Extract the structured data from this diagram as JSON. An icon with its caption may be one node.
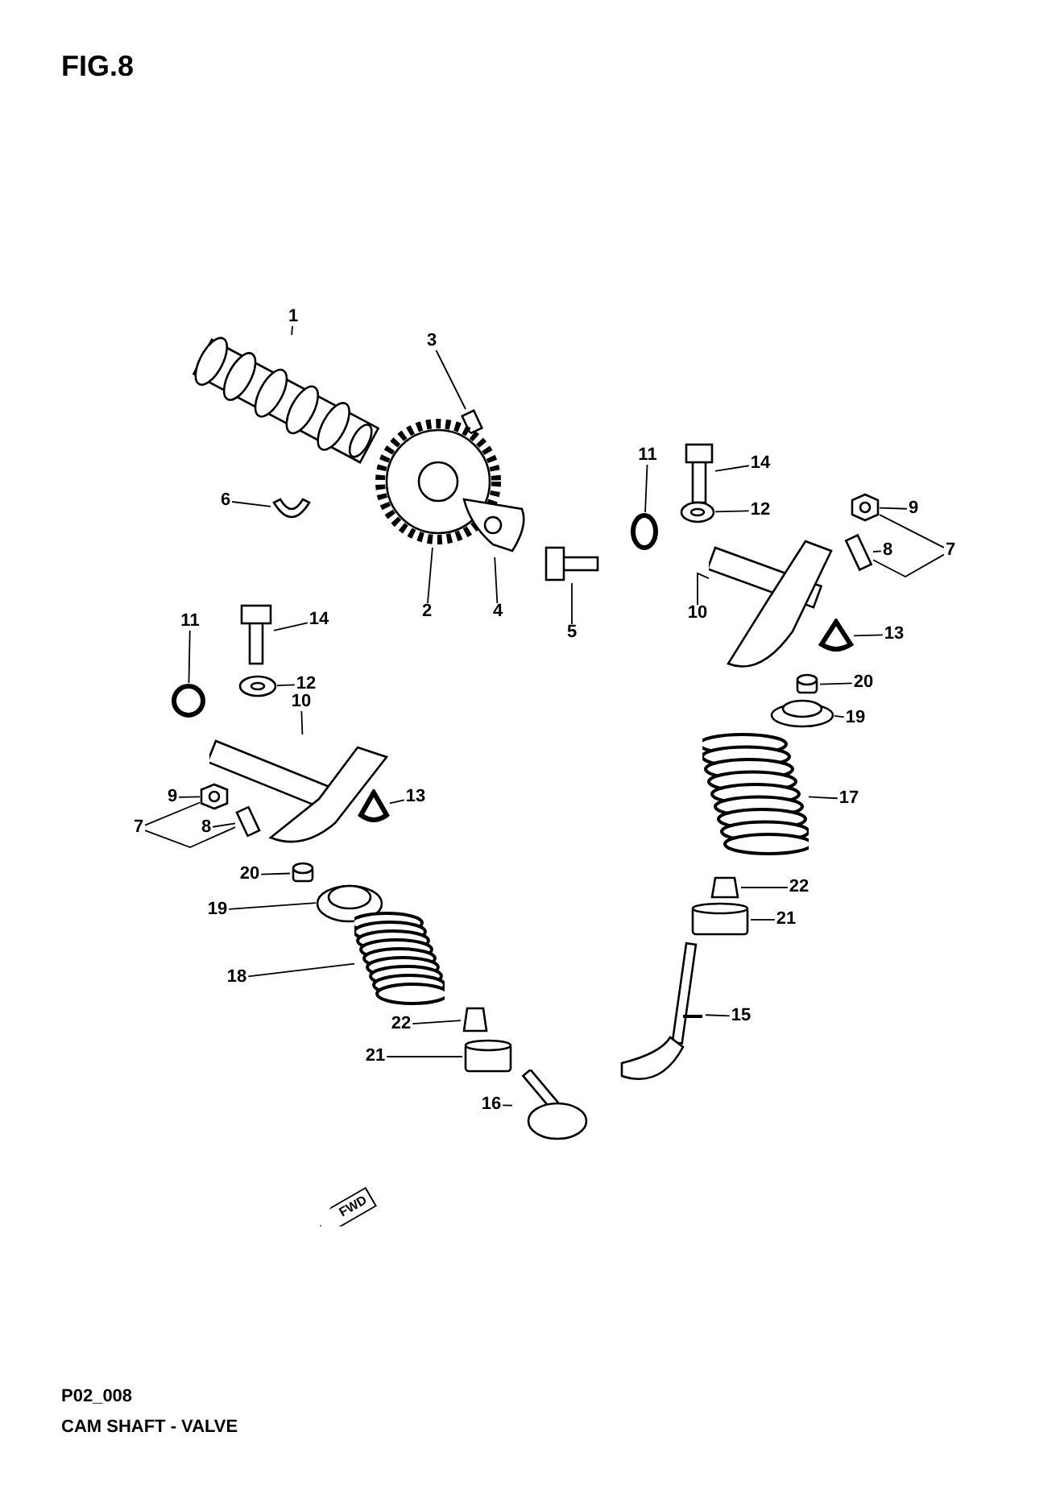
{
  "diagram": {
    "title": "FIG.8",
    "caption": "CAM SHAFT - VALVE",
    "nodes": [
      {
        "text": [
          "1"
        ]
      },
      {
        "text": [],
        "shape": "picture"
      },
      {
        "text": [
          "3"
        ]
      },
      {
        "text": [],
        "shape": "bar"
      },
      {
        "text": [
          "6"
        ]
      },
      {
        "text": [],
        "shape": "picture"
      },
      {
        "text": [
          "2"
        ]
      },
      {
        "text": [],
        "shape": "picture"
      },
      {
        "text": [
          "4"
        ]
      },
      {
        "text": [],
        "shape": "picture"
      },
      {
        "text": [
          "5"
        ]
      },
      {
        "text": [],
        "shape": "picture"
      },
      {
        "text": [
          "11"
        ]
      },
      {
        "text": [],
        "shape": "circle"
      },
      {
        "text": [
          "14"
        ]
      },
      {
        "text": [],
        "shape": "picture"
      },
      {
        "text": [
          "12"
        ]
      },
      {
        "text": [],
        "shape": "picture"
      },
      {
        "text": [
          "9"
        ]
      },
      {
        "text": [],
        "shape": "picture"
      },
      {
        "text": [
          "8"
        ]
      },
      {
        "text": [],
        "shape": "bar"
      },
      {
        "text": [
          "7"
        ]
      },
      {
        "text": [
          "10"
        ]
      },
      {
        "text": [],
        "shape": "picture"
      },
      {
        "text": [
          "13"
        ]
      },
      {
        "text": [],
        "shape": "picture"
      },
      {
        "text": [
          "20"
        ]
      },
      {
        "text": [],
        "shape": "cylinder"
      },
      {
        "text": [
          "19"
        ]
      },
      {
        "text": [],
        "shape": "disc"
      },
      {
        "text": [
          "17"
        ]
      },
      {
        "text": [],
        "shape": "picture"
      },
      {
        "text": [
          "22"
        ]
      },
      {
        "text": [],
        "shape": "cone"
      },
      {
        "text": [
          "21"
        ]
      },
      {
        "text": [],
        "shape": "cylinder"
      },
      {
        "text": [
          "15"
        ]
      },
      {
        "text": [],
        "shape": "picture"
      },
      {
        "text": [
          "11"
        ]
      },
      {
        "text": [],
        "shape": "circle"
      },
      {
        "text": [
          "14"
        ]
      },
      {
        "text": [],
        "shape": "picture"
      },
      {
        "text": [
          "12"
        ]
      },
      {
        "text": [],
        "shape": "picture"
      },
      {
        "text": [
          "10"
        ]
      },
      {
        "text": [],
        "shape": "picture"
      },
      {
        "text": [
          "9"
        ]
      },
      {
        "text": [],
        "shape": "picture"
      },
      {
        "text": [
          "8"
        ]
      },
      {
        "text": [],
        "shape": "bar"
      },
      {
        "text": [
          "7"
        ]
      },
      {
        "text": [
          "13"
        ]
      },
      {
        "text": [],
        "shape": "picture"
      },
      {
        "text": [
          "20"
        ]
      },
      {
        "text": [],
        "shape": "cylinder"
      },
      {
        "text": [
          "19"
        ]
      },
      {
        "text": [],
        "shape": "disc"
      },
      {
        "text": [
          "18"
        ]
      },
      {
        "text": [],
        "shape": "picture"
      },
      {
        "text": [
          "22"
        ]
      },
      {
        "text": [],
        "shape": "cone"
      },
      {
        "text": [
          "21"
        ]
      },
      {
        "text": [],
        "shape": "cylinder"
      },
      {
        "text": [
          "16"
        ]
      },
      {
        "text": [],
        "shape": "picture"
      }
    ],
    "edges": [
      {
        "from": 0,
        "to": 1,
        "arrow": "none"
      },
      {
        "from": 2,
        "to": 3,
        "arrow": "none"
      },
      {
        "from": 4,
        "to": 5,
        "arrow": "none"
      },
      {
        "from": 6,
        "to": 7,
        "arrow": "none"
      },
      {
        "from": 8,
        "to": 9,
        "arrow": "none"
      },
      {
        "from": 10,
        "to": 11,
        "arrow": "none"
      },
      {
        "from": 12,
        "to": 13,
        "arrow": "none"
      },
      {
        "from": 14,
        "to": 15,
        "arrow": "none"
      },
      {
        "from": 16,
        "to": 17,
        "arrow": "none"
      },
      {
        "from": 18,
        "to": 19,
        "arrow": "none"
      },
      {
        "from": 20,
        "to": 21,
        "arrow": "none"
      },
      {
        "from": 22,
        "to": 19,
        "arrow": "none"
      },
      {
        "from": 22,
        "to": 21,
        "arrow": "none"
      },
      {
        "from": 23,
        "to": 24,
        "arrow": "none"
      },
      {
        "from": 25,
        "to": 26,
        "arrow": "none"
      },
      {
        "from": 27,
        "to": 28,
        "arrow": "none"
      },
      {
        "from": 29,
        "to": 30,
        "arrow": "none"
      },
      {
        "from": 31,
        "to": 32,
        "arrow": "none"
      },
      {
        "from": 33,
        "to": 34,
        "arrow": "none"
      },
      {
        "from": 35,
        "to": 36,
        "arrow": "none"
      },
      {
        "from": 37,
        "to": 38,
        "arrow": "none"
      },
      {
        "from": 39,
        "to": 40,
        "arrow": "none"
      },
      {
        "from": 41,
        "to": 42,
        "arrow": "none"
      },
      {
        "from": 43,
        "to": 44,
        "arrow": "none"
      },
      {
        "from": 45,
        "to": 46,
        "arrow": "none"
      },
      {
        "from": 47,
        "to": 48,
        "arrow": "none"
      },
      {
        "from": 49,
        "to": 50,
        "arrow": "none"
      },
      {
        "from": 51,
        "to": 48,
        "arrow": "none"
      },
      {
        "from": 51,
        "to": 50,
        "arrow": "none"
      },
      {
        "from": 52,
        "to": 53,
        "arrow": "none"
      },
      {
        "from": 54,
        "to": 55,
        "arrow": "none"
      },
      {
        "from": 56,
        "to": 57,
        "arrow": "none"
      },
      {
        "from": 58,
        "to": 59,
        "arrow": "none"
      },
      {
        "from": 60,
        "to": 61,
        "arrow": "none"
      },
      {
        "from": 62,
        "to": 63,
        "arrow": "none"
      },
      {
        "from": 64,
        "to": 65,
        "arrow": "none"
      }
    ],
    "labels": [
      "FWD",
      "P02_008"
    ]
  }
}
